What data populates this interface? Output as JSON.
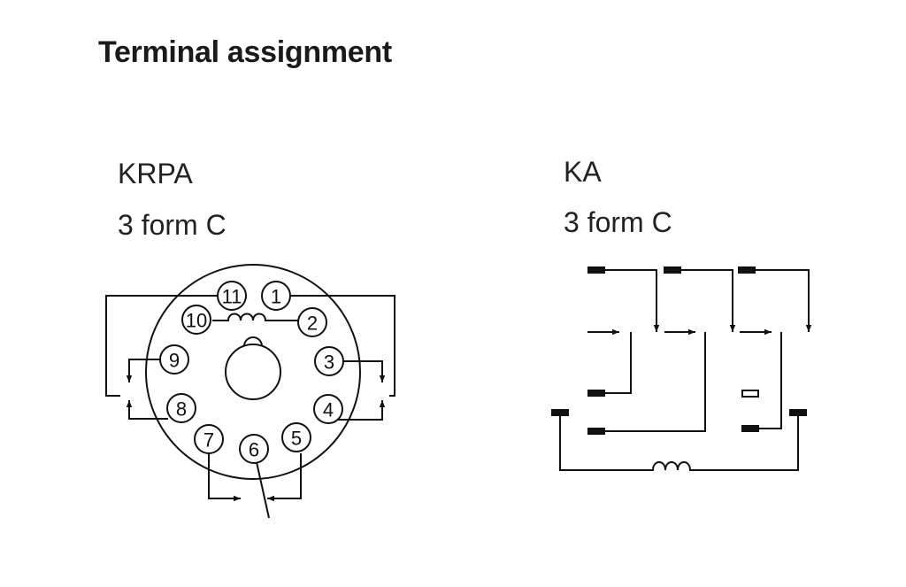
{
  "title": "Terminal assignment",
  "krpa": {
    "name": "KRPA",
    "form": "3 form C",
    "pins": [
      "1",
      "2",
      "3",
      "4",
      "5",
      "6",
      "7",
      "8",
      "9",
      "10",
      "11"
    ]
  },
  "ka": {
    "name": "KA",
    "form": "3 form C"
  }
}
